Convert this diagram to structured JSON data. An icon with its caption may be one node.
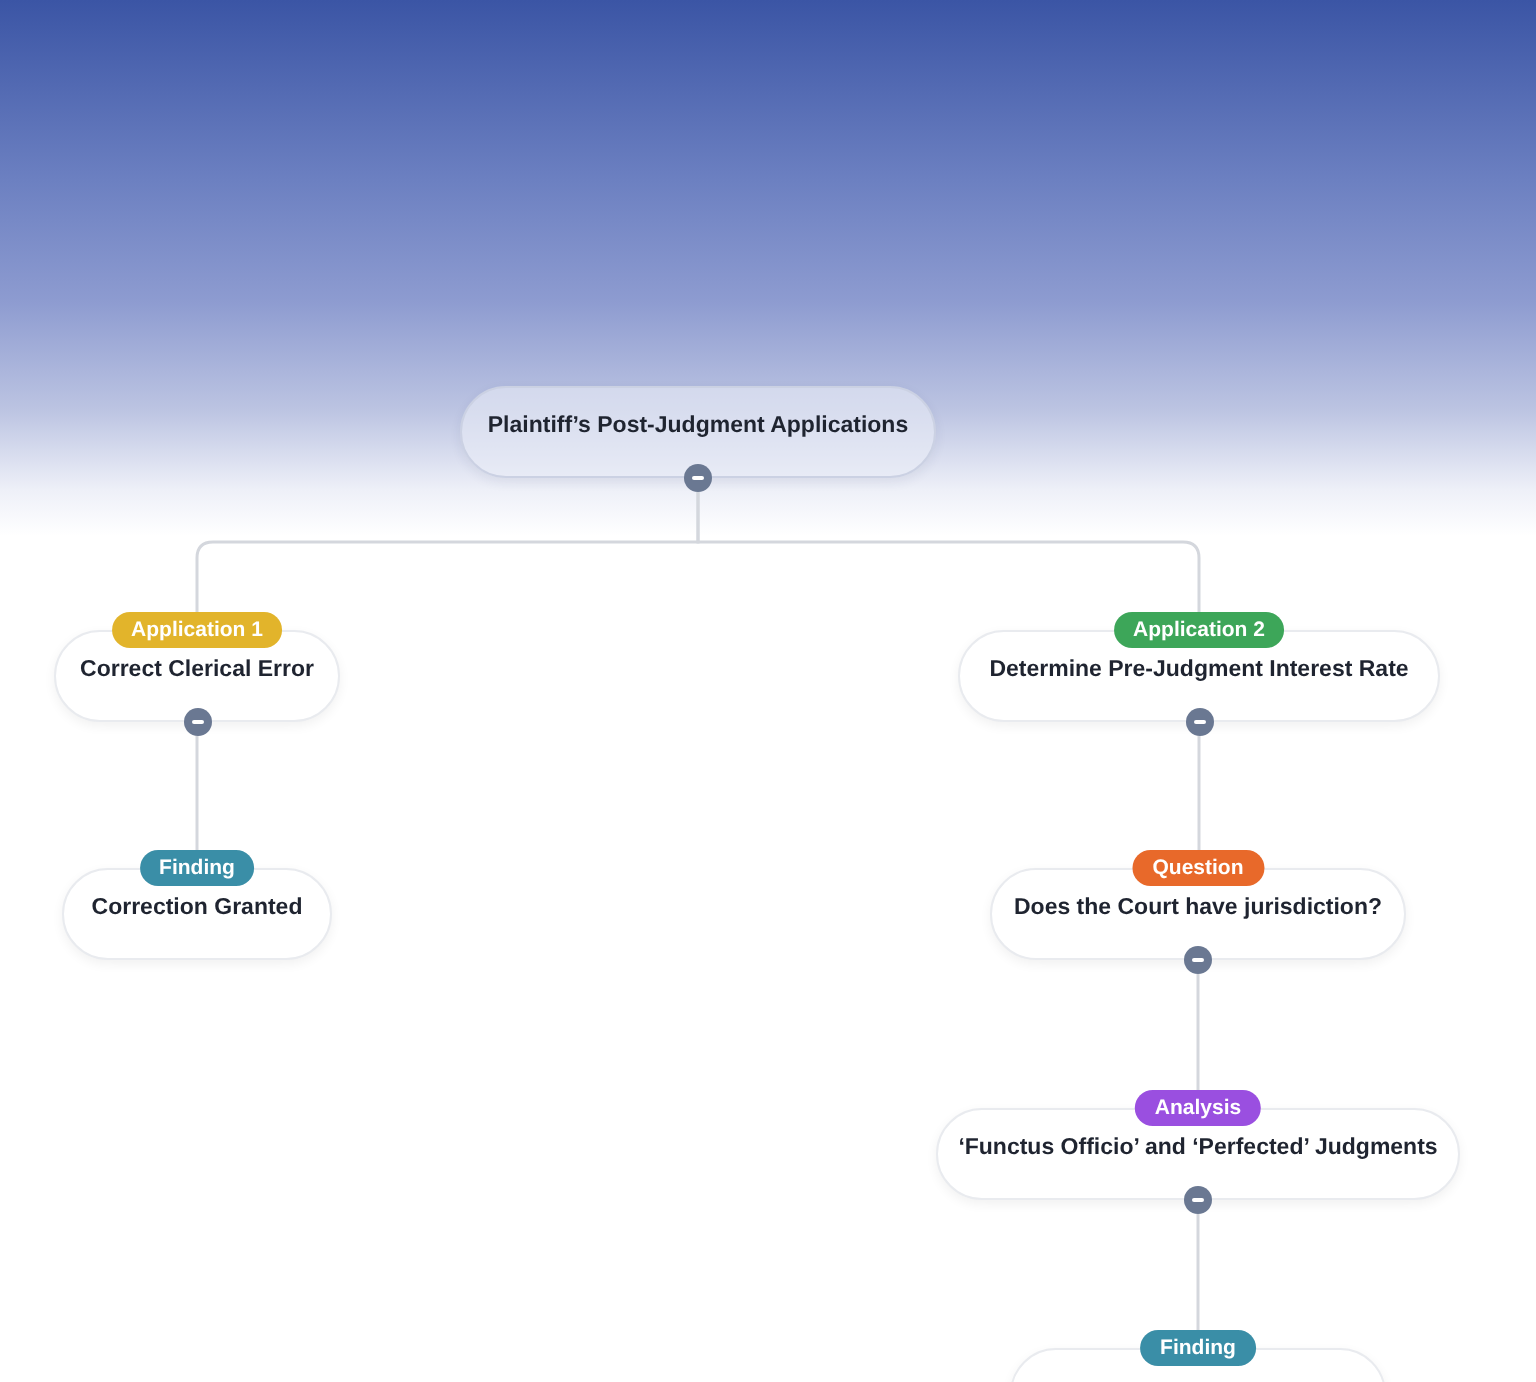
{
  "diagram": {
    "nodes": [
      {
        "text": [
          "Plaintiff’s Post-Judgment Applications"
        ]
      },
      {
        "text": [
          "Application 1",
          "Correct Clerical Error"
        ]
      },
      {
        "text": [
          "Application 2",
          "Determine Pre-Judgment Interest Rate"
        ]
      },
      {
        "text": [
          "Finding",
          "Correction Granted"
        ]
      },
      {
        "text": [
          "Question",
          "Does the Court have jurisdiction?"
        ]
      },
      {
        "text": [
          "Analysis",
          "‘Functus Officio’ and ‘Perfected’ Judgments"
        ]
      },
      {
        "text": [
          "Finding"
        ]
      }
    ],
    "edges": [
      {
        "from": 0,
        "to": 1,
        "arrow": "none"
      },
      {
        "from": 0,
        "to": 2,
        "arrow": "none"
      },
      {
        "from": 1,
        "to": 3,
        "arrow": "none"
      },
      {
        "from": 2,
        "to": 4,
        "arrow": "none"
      },
      {
        "from": 4,
        "to": 5,
        "arrow": "none"
      },
      {
        "from": 5,
        "to": 6,
        "arrow": "none"
      }
    ]
  }
}
